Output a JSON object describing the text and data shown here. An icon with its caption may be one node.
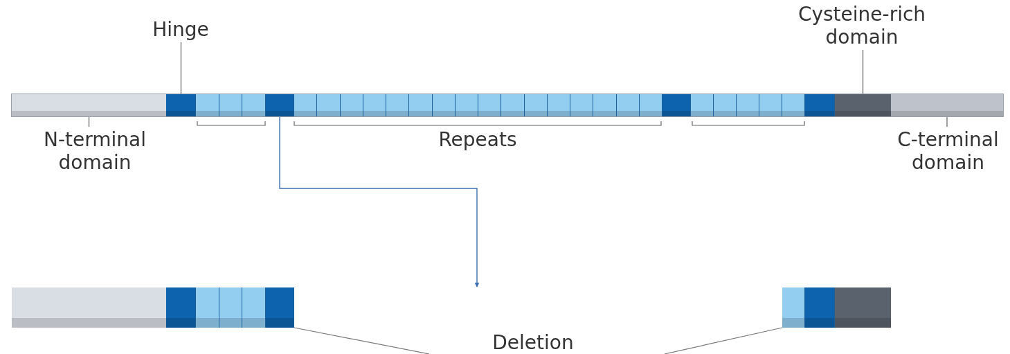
{
  "diagram": {
    "nodes": [
      {
        "text": [
          "Hinge"
        ]
      },
      {
        "text": [
          "Cysteine-rich domain"
        ]
      },
      {
        "text": [],
        "shape": "bar"
      },
      {
        "text": [],
        "shape": "box",
        "in": 2
      },
      {
        "text": [],
        "shape": "box",
        "in": 2
      },
      {
        "text": [],
        "shape": "box",
        "in": 2
      },
      {
        "text": [],
        "shape": "box",
        "in": 2
      },
      {
        "text": [],
        "shape": "box",
        "in": 2
      },
      {
        "text": [],
        "shape": "box",
        "in": 2
      },
      {
        "text": [],
        "shape": "box",
        "in": 2
      },
      {
        "text": [
          "N-terminal domain"
        ]
      },
      {
        "text": [
          "C-terminal domain"
        ]
      },
      {
        "text": [],
        "shape": "bar"
      }
    ],
    "edges": [
      {
        "from": 0,
        "to": 4,
        "arrow": "none"
      },
      {
        "from": 10,
        "to": 3,
        "arrow": "none"
      },
      {
        "from": 1,
        "to": 8,
        "arrow": "none"
      },
      {
        "from": 11,
        "to": 9,
        "arrow": "none"
      },
      {
        "from": 2,
        "to": 12,
        "arrow": "to"
      }
    ],
    "labels": [
      "Repeats",
      "Deletion"
    ]
  }
}
